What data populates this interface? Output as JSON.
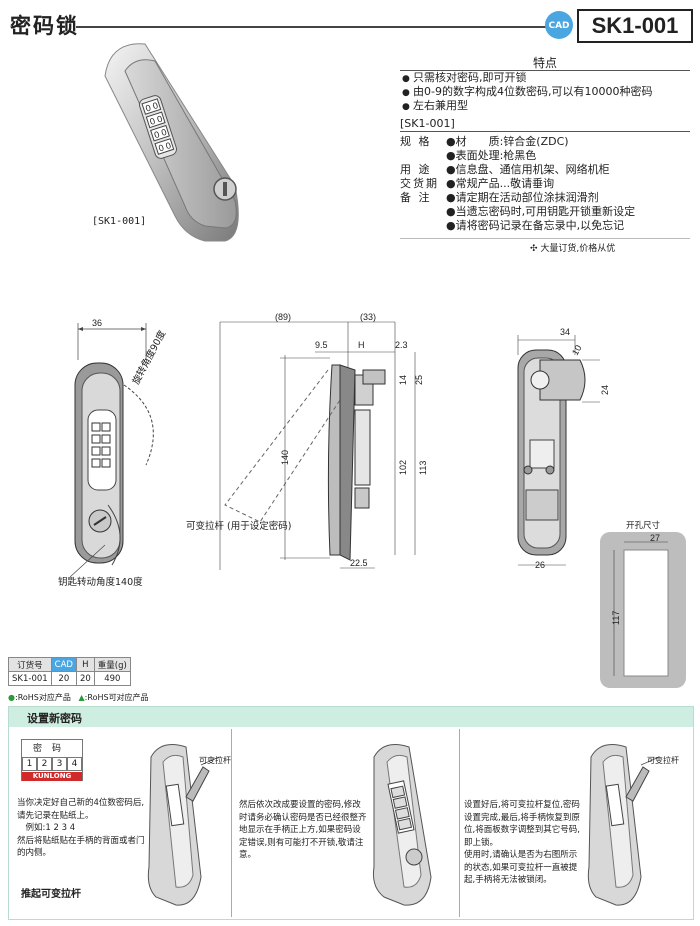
{
  "header": {
    "title": "密码锁",
    "cad_badge": "CAD",
    "model": "SK1-001"
  },
  "features": {
    "title": "特点",
    "items": [
      "只需核对密码,即可开锁",
      "由0-9的数字构成4位数密码,可以有10000种密码",
      "左右兼用型"
    ]
  },
  "specs": {
    "title": "[SK1-001]",
    "rows": [
      {
        "label": "规 格",
        "value": "●材　　质:锌合金(ZDC)"
      },
      {
        "label": "",
        "value": "●表面处理:枪黑色"
      },
      {
        "label": "用 途",
        "value": "●信息盘、通信用机架、网络机柜"
      },
      {
        "label": "交货期",
        "value": "●常规产品...敬请垂询"
      },
      {
        "label": "备 注",
        "value": "●请定期在活动部位涂抹润滑剂"
      },
      {
        "label": "",
        "value": "●当遗忘密码时,可用钥匙开锁重新设定"
      },
      {
        "label": "",
        "value": "●请将密码记录在备忘录中,以免忘记"
      }
    ],
    "order_note": "大量订货,价格从优"
  },
  "product_caption": "[SK1-001]",
  "drawing": {
    "dims": {
      "front_width": "36",
      "rotation_note": "旋转角度90度",
      "key_angle_note": "钥匙转动角度140度",
      "total_89": "(89)",
      "d_33": "(33)",
      "d_9_5": "9.5",
      "d_H": "H",
      "d_2_3": "2.3",
      "d_14": "14",
      "d_25": "25",
      "d_140": "140",
      "d_102": "102",
      "d_113": "113",
      "d_22_5": "22.5",
      "lever_note": "可变拉杆 (用于设定密码)",
      "back_34": "34",
      "back_10": "10",
      "back_24": "24",
      "back_26": "26",
      "cutout_title": "开孔尺寸",
      "cutout_27": "27",
      "cutout_117": "117"
    }
  },
  "order_table": {
    "headers": [
      "订货号",
      "CAD",
      "H",
      "重量(g)"
    ],
    "rows": [
      [
        "SK1-001",
        "20",
        "20",
        "490"
      ]
    ],
    "legend_rohs": "RoHS对应产品",
    "legend_rohs_opt": "RoHS可对应产品"
  },
  "setup": {
    "title": "设置新密码",
    "code_card_label": "密码",
    "code_digits": [
      "1",
      "2",
      "3",
      "4"
    ],
    "brand": "KUNLONG",
    "step1_text": "当你决定好自己新的4位数密码后,请先记录在贴纸上。\n　例如:1 2 3 4\n然后将贴纸贴在手柄的背面或者门的内侧。",
    "step1_footer": "推起可变拉杆",
    "step1_callout": "可变拉杆",
    "step2_text": "然后依次改成要设置的密码,修改时请务必确认密码是否已经很整齐地显示在手柄正上方,如果密码设定错误,则有可能打不开锁,敬请注意。",
    "step3_text": "设置好后,将可变拉杆复位,密码设置完成,最后,将手柄恢复到原位,将面板数字调整到其它号码,即上锁。\n使用时,请确认是否为右图所示的状态,如果可变拉杆一直被提起,手柄将无法被锁闭。",
    "step3_callout": "可变拉杆"
  }
}
